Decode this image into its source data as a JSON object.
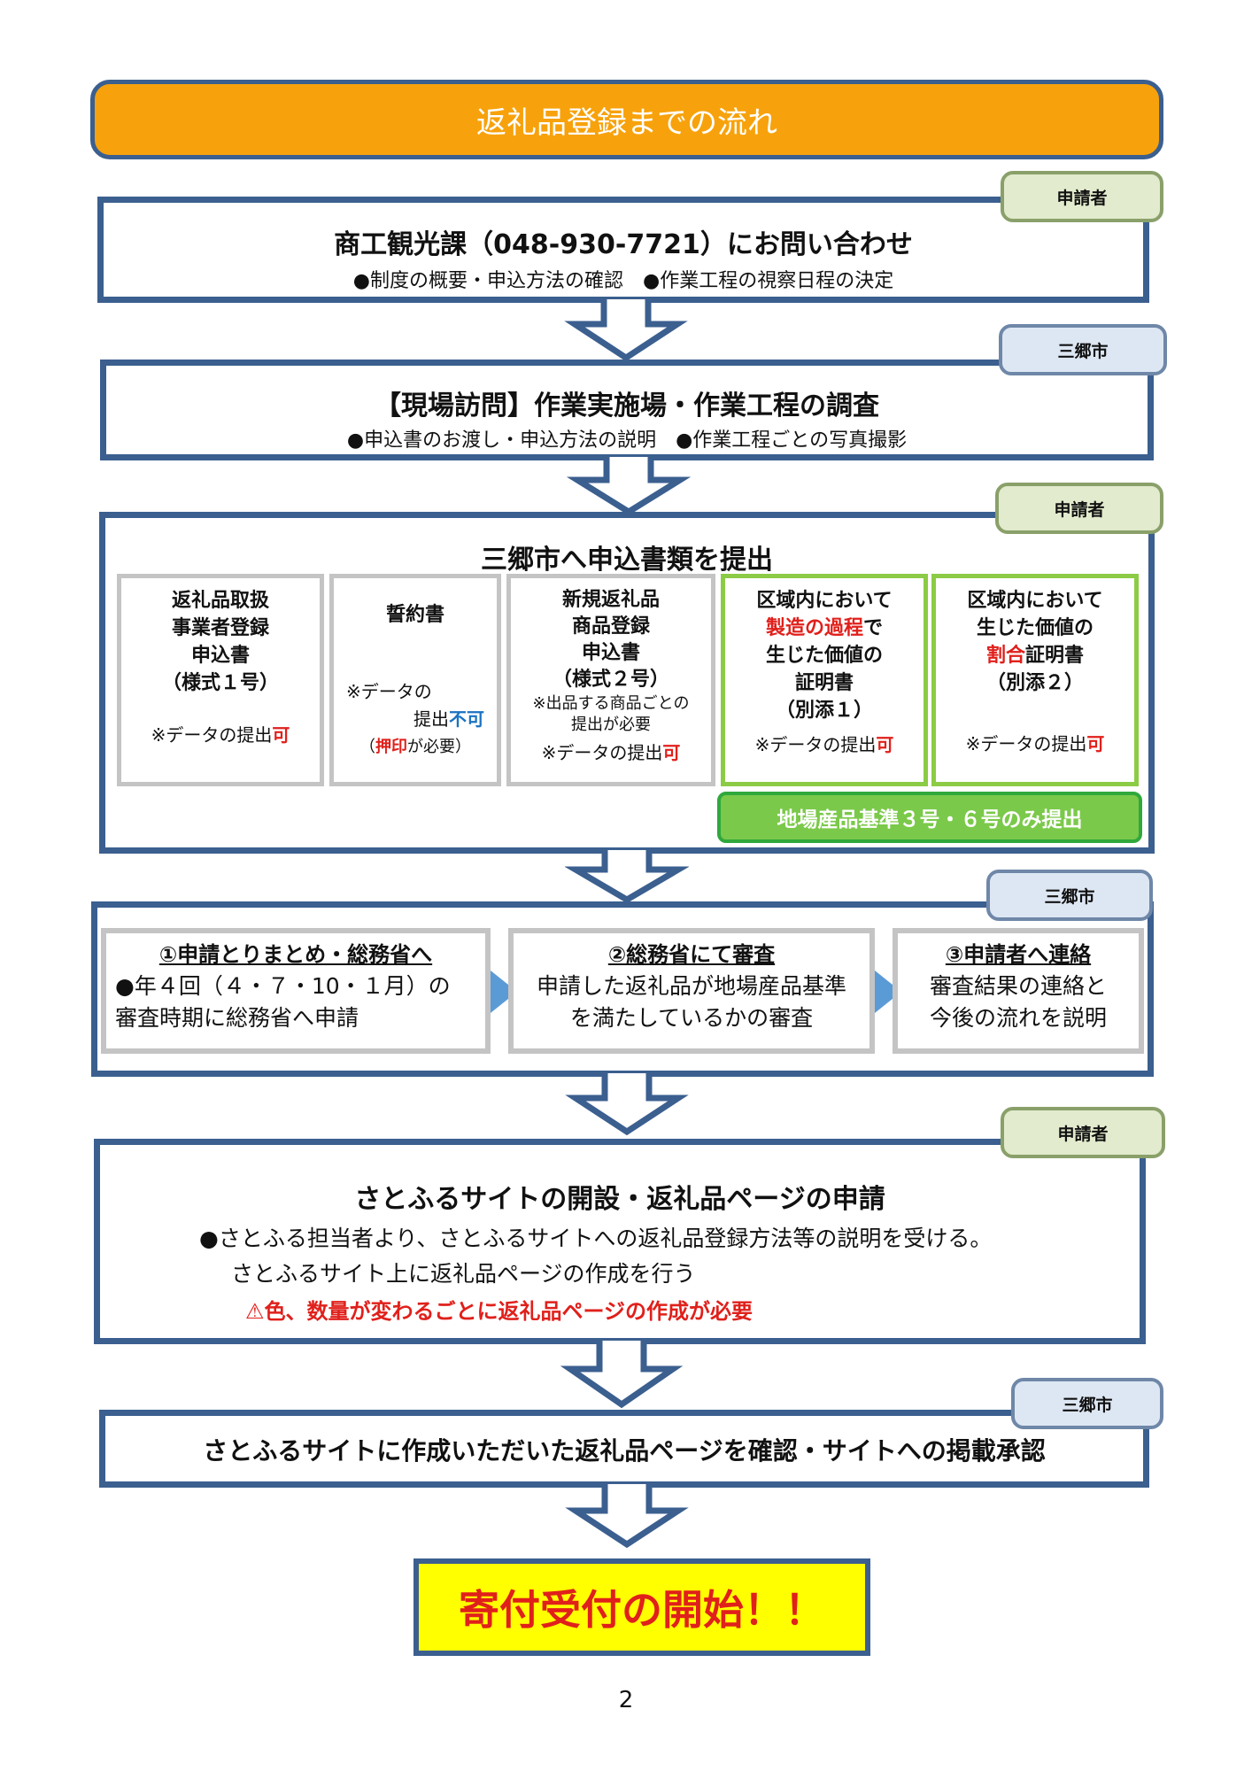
{
  "title": "返礼品登録までの流れ",
  "roles": {
    "applicant": "申請者",
    "city": "三郷市"
  },
  "step1": {
    "heading": "商工観光課（048-930-7721）にお問い合わせ",
    "sub": "●制度の概要・申込方法の確認　●作業工程の視察日程の決定"
  },
  "step2": {
    "heading": "【現場訪問】作業実施場・作業工程の調査",
    "sub": "●申込書のお渡し・申込方法の説明　●作業工程ごとの写真撮影"
  },
  "step3": {
    "heading": "三郷市へ申込書類を提出",
    "docs": {
      "d1_title": "返礼品取扱\n事業者登録\n申込書\n（様式１号）",
      "d1_note": "※データの提出",
      "ka": "可",
      "d2_title": "誓約書",
      "d2_note1": "※データの",
      "d2_note2": "提出",
      "fuka": "不可",
      "d2_note3_pre": "（",
      "oin": "押印",
      "d2_note3_post": "が必要）",
      "d3_title": "新規返礼品\n商品登録\n申込書\n（様式２号）",
      "d3_extra": "※出品する商品ごとの\n提出が必要",
      "d3_note": "※データの提出",
      "d4_line1": "区域内において",
      "d4_red": "製造の過程",
      "d4_de": "で",
      "d4_rest": "生じた価値の\n証明書\n（別添１）",
      "d4_note": "※データの提出",
      "d5_line1": "区域内において\n生じた価値の",
      "d5_red": "割合",
      "d5_after": "証明書",
      "d5_rest": "（別添２）",
      "d5_note": "※データの提出"
    },
    "greenbar": "地場産品基準３号・６号のみ提出"
  },
  "step4": {
    "s1_heading": "①申請とりまとめ・総務省へ",
    "s1_body": "●年４回（４・７・10・１月）の\n審査時期に総務省へ申請",
    "s2_heading": "②総務省にて審査",
    "s2_body": "申請した返礼品が地場産品基準\nを満たしているかの審査",
    "s3_heading": "③申請者へ連絡",
    "s3_body": "審査結果の連絡と\n今後の流れを説明"
  },
  "step5": {
    "heading": "さとふるサイトの開設・返礼品ページの申請",
    "line1": "●さとふる担当者より、さとふるサイトへの返礼品登録方法等の説明を受ける。",
    "line2": "さとふるサイト上に返礼品ページの作成を行う",
    "warning": "⚠色、数量が変わるごとに返礼品ページの作成が必要"
  },
  "step6": {
    "heading": "さとふるサイトに作成いただいた返礼品ページを確認・サイトへの掲載承認"
  },
  "final": "寄付受付の開始！！",
  "page_number": "2",
  "colors": {
    "frame": "#3b5f8f",
    "title_bg": "#f7a20c",
    "accent_red": "#e0201b",
    "accent_blue": "#1b72c2",
    "green": "#7bc94a",
    "final_bg": "#ffff00"
  }
}
